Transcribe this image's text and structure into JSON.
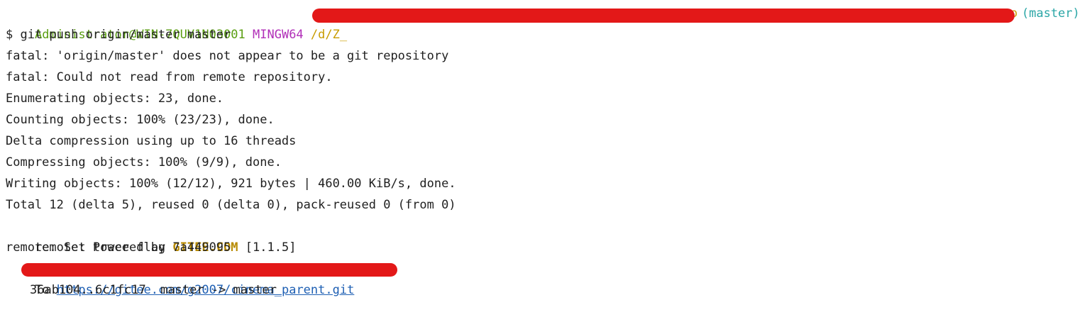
{
  "prompt": {
    "user_host": "Administrator@WIN-7QUV1N03001",
    "shell": "MINGW64",
    "path_visible": "/d/Z_",
    "path_tail": "o",
    "branch": "(master)"
  },
  "command": "$ git push origin/master master",
  "output": {
    "fatal_1": "fatal: 'origin/master' does not appear to be a git repository",
    "fatal_2": "fatal: Could not read from remote repository.",
    "enumerating": "Enumerating objects: 23, done.",
    "counting": "Counting objects: 100% (23/23), done.",
    "delta": "Delta compression using up to 16 threads",
    "compressing": "Compressing objects: 100% (9/9), done.",
    "writing": "Writing objects: 100% (12/12), 921 bytes | 460.00 KiB/s, done.",
    "total": "Total 12 (delta 5), reused 0 (delta 0), pack-reused 0 (from 0)",
    "remote_powered_prefix": "remote: Powered by ",
    "remote_powered_brand": "GITEE.COM",
    "remote_powered_suffix": " [1.1.5]",
    "remote_trace": "remote: Set trace flag 7a449095",
    "to_prefix": "To",
    "to_url_partial": "https://gitee.com/g2007/cinema_parent.git",
    "ref_update": "36ab104..6c1fc17  master -> master"
  },
  "colors": {
    "user_host": "#5a9e12",
    "shell": "#b12fb8",
    "path": "#c89c00",
    "branch": "#2aa6a6",
    "brand": "#b78a00",
    "redaction": "#e31818"
  }
}
